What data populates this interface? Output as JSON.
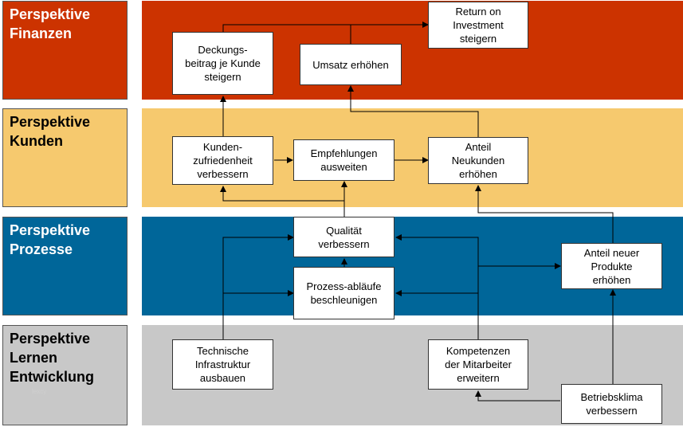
{
  "colors": {
    "finanzen": "#cc3300",
    "kunden": "#f6c96e",
    "prozesse": "#006699",
    "lernen": "#c8c8c8"
  },
  "perspectives": {
    "finanzen": "Perspektive\nFinanzen",
    "kunden": "Perspektive\nKunden",
    "prozesse": "Perspektive\nProzesse",
    "lernen": "Perspektive\nLernen\nEntwicklung"
  },
  "nodes": {
    "return_on_investment": "Return on\nInvestment\nsteigern",
    "deckungsbeitrag": "Deckungs-\nbeitrag je Kunde\nsteigern",
    "umsatz": "Umsatz erhöhen",
    "kundenzufriedenheit": "Kunden-\nzufriedenheit\nverbessern",
    "empfehlungen": "Empfehlungen\nausweiten",
    "neukunden": "Anteil\nNeukunden\nerhöhen",
    "qualitaet": "Qualität\nverbessern",
    "prozessablaeufe": "Prozess-abläufe\nbeschleunigen",
    "neue_produkte": "Anteil neuer\nProdukte\nerhöhen",
    "infrastruktur": "Technische\nInfrastruktur\nausbauen",
    "kompetenzen": "Kompetenzen\nder Mitarbeiter\nerweitern",
    "betriebsklima": "Betriebsklima\nverbessern"
  },
  "watermark": "lexcy"
}
